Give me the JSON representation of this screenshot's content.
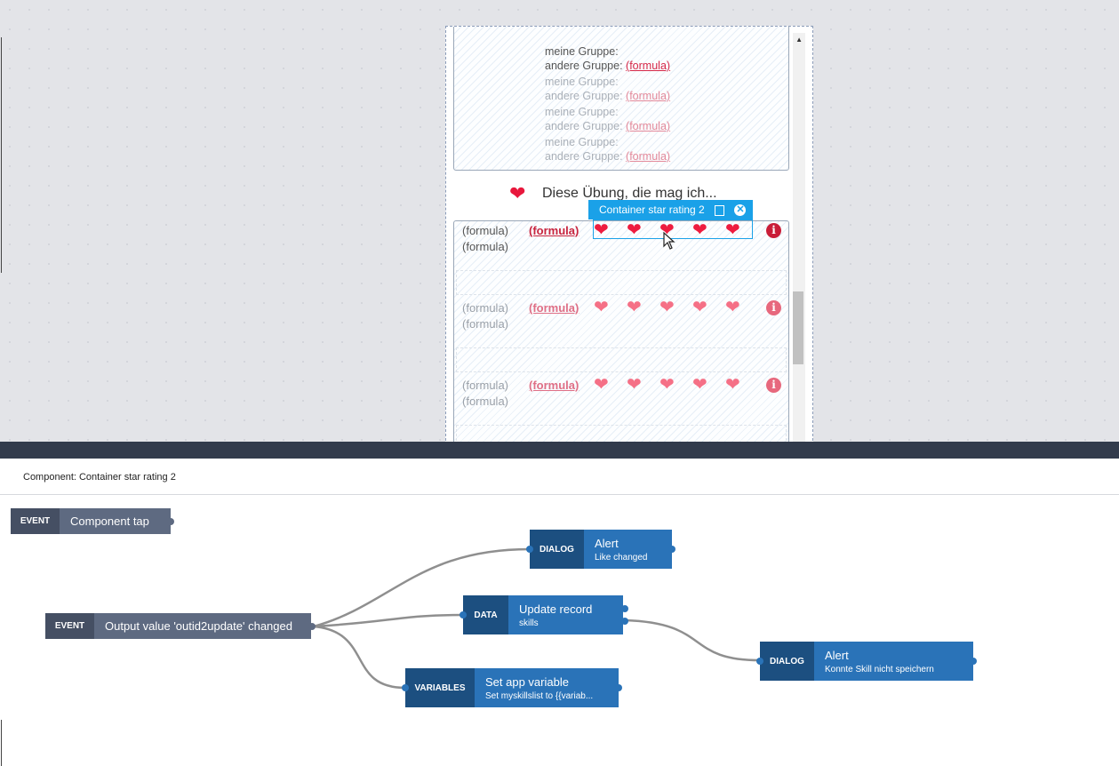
{
  "canvas": {
    "group_lines": [
      {
        "label": "meine Gruppe:"
      },
      {
        "label": "andere Gruppe:",
        "link": "(formula)"
      },
      {
        "label": "meine Gruppe:"
      },
      {
        "label": "andere Gruppe:",
        "link": "(formula)"
      },
      {
        "label": "meine Gruppe:"
      },
      {
        "label": "andere Gruppe:",
        "link": "(formula)"
      },
      {
        "label": "meine Gruppe:"
      },
      {
        "label": "andere Gruppe:",
        "link": "(formula)"
      }
    ],
    "heading": "Diese Übung, die mag ich...",
    "heading_icon": "heart-icon",
    "selection_tab": "Container star rating 2",
    "rows": [
      {
        "line1": "(formula)",
        "line2": "(formula)",
        "link": "(formula)",
        "info": "i"
      },
      {
        "line1": "(formula)",
        "line2": "(formula)",
        "link": "(formula)",
        "info": "i"
      },
      {
        "line1": "(formula)",
        "line2": "(formula)",
        "link": "(formula)",
        "info": "i"
      }
    ],
    "heart_glyph": "❤"
  },
  "logic_panel": {
    "title": "Component: Container star rating 2",
    "nodes": {
      "event_tap": {
        "tag": "EVENT",
        "title": "Component tap"
      },
      "event_output": {
        "tag": "EVENT",
        "title": "Output value 'outid2update' changed"
      },
      "dialog_alert": {
        "tag": "DIALOG",
        "title": "Alert",
        "subtitle": "Like changed"
      },
      "data_update": {
        "tag": "DATA",
        "title": "Update record",
        "subtitle": "skills"
      },
      "variables_set": {
        "tag": "VARIABLES",
        "title": "Set app variable",
        "subtitle": "Set myskillslist to {{variab..."
      },
      "dialog_alert2": {
        "tag": "DIALOG",
        "title": "Alert",
        "subtitle": "Konnte Skill nicht speichern"
      }
    }
  },
  "colors": {
    "heart": "#ee1c3f",
    "selection": "#1aa1e8",
    "event_node": "#5e6a81",
    "action_node": "#2a73b8"
  }
}
